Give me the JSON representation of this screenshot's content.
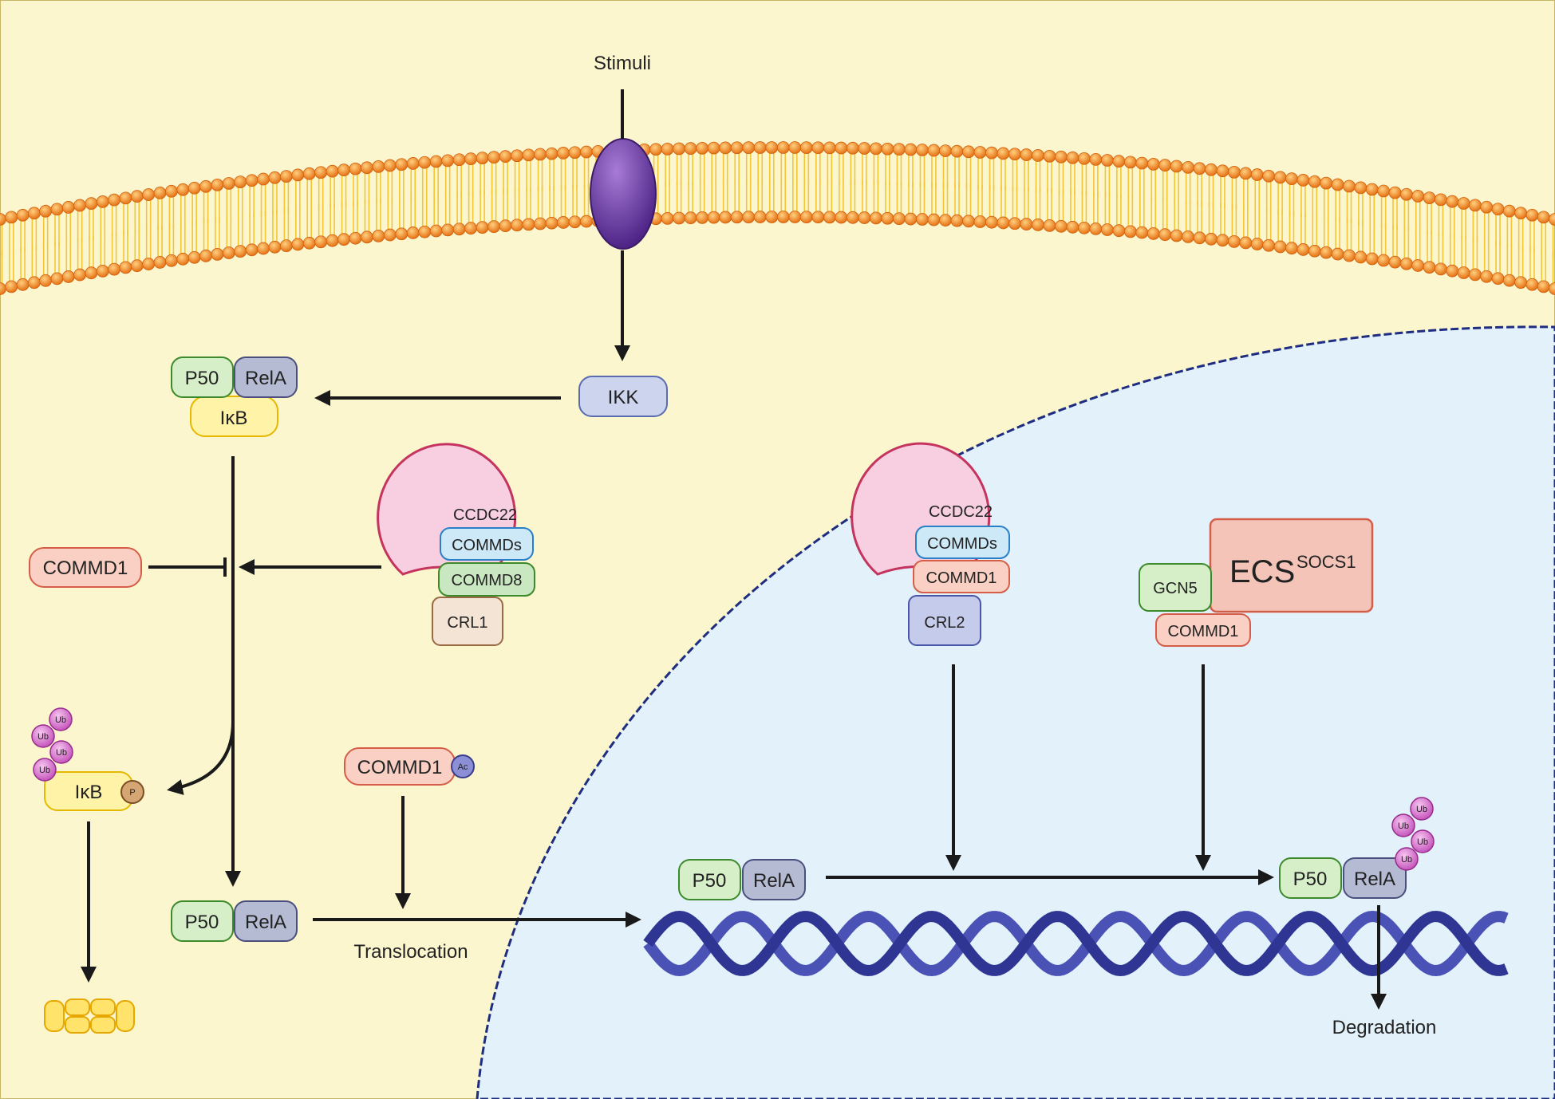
{
  "labels": {
    "stimuli": "Stimuli",
    "translocation": "Translocation",
    "degradation": "Degradation"
  },
  "proteins": {
    "ikk": "IKK",
    "p50": "P50",
    "rela": "RelA",
    "ikb": "IκB",
    "commd1": "COMMD1",
    "commd8": "COMMD8",
    "commds": "COMMDs",
    "ccdc22": "CCDC22",
    "crl1": "CRL1",
    "crl2": "CRL2",
    "gcn5": "GCN5",
    "ecs": "ECS",
    "ecs_sup": "SOCS1",
    "ub": "Ub",
    "p": "P",
    "ac": "Ac"
  },
  "colors": {
    "cytoplasm": "#fbf6cd",
    "nucleus": "#e3f1fb",
    "membrane_head": "#f08a1c",
    "membrane_tail": "#f6c533",
    "receptor": "#6a3aa0",
    "dna": "#2e3592",
    "arrow": "#1a1a1a"
  }
}
